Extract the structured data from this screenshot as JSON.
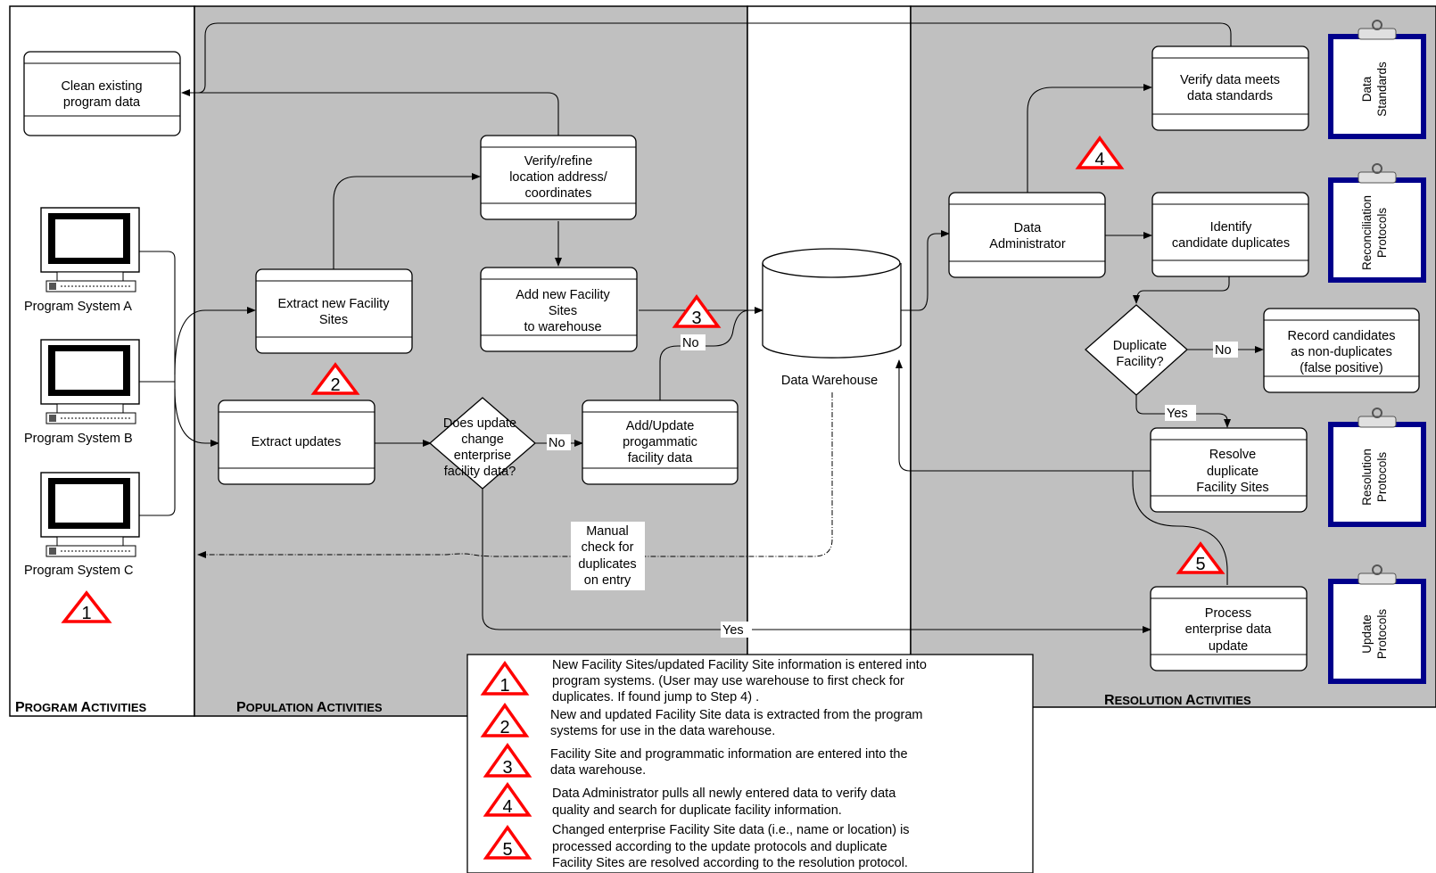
{
  "lanes": {
    "program": {
      "title_big1": "P",
      "title_small1": "ROGRAM ",
      "title_big2": "A",
      "title_small2": "CTIVITIES"
    },
    "population": {
      "title_big1": "P",
      "title_small1": "OPULATION ",
      "title_big2": "A",
      "title_small2": "CTIVITIES"
    },
    "resolution": {
      "title_big1": "R",
      "title_small1": "ESOLUTION ",
      "title_big2": "A",
      "title_small2": "CTIVITIES"
    }
  },
  "program": {
    "clean_box": [
      "Clean existing",
      "program data"
    ],
    "systems": [
      "Program System A",
      "Program System B",
      "Program System C"
    ],
    "step": "1"
  },
  "population": {
    "extract_new": [
      "Extract new Facility",
      "Sites"
    ],
    "extract_updates": [
      "Extract updates"
    ],
    "verify_refine": [
      "Verify/refine",
      "location address/",
      "coordinates"
    ],
    "add_new": [
      "Add new Facility",
      "Sites",
      "to warehouse"
    ],
    "decision": [
      "Does update",
      "change",
      "enterprise",
      "facility data?"
    ],
    "add_update": [
      "Add/Update",
      "progammatic",
      "facility data"
    ],
    "manual_check": [
      "Manual",
      "check for",
      "duplicates",
      "on entry"
    ],
    "label_no": "No",
    "label_no2": "No",
    "label_yes": "Yes",
    "step2": "2",
    "step3": "3"
  },
  "warehouse": {
    "label": "Data Warehouse"
  },
  "resolution": {
    "data_admin": [
      "Data",
      "Administrator"
    ],
    "verify_standards": [
      "Verify data meets",
      "data standards"
    ],
    "identify": [
      "Identify",
      "candidate duplicates"
    ],
    "duplicate_decision": [
      "Duplicate",
      "Facility?"
    ],
    "record_candidates": [
      "Record candidates",
      "as non-duplicates",
      "(false positive)"
    ],
    "resolve": [
      "Resolve",
      "duplicate",
      "Facility Sites"
    ],
    "process": [
      "Process",
      "enterprise data",
      "update"
    ],
    "label_no": "No",
    "label_yes": "Yes",
    "step4": "4",
    "step5": "5"
  },
  "clipboards": [
    [
      "Data",
      "Standards"
    ],
    [
      "Reconciliation",
      "Protocols"
    ],
    [
      "Resolution",
      "Protocols"
    ],
    [
      "Update",
      "Protocols"
    ]
  ],
  "legend": [
    {
      "num": "1",
      "lines": [
        "New Facility Sites/updated Facility Site information is entered into",
        "program systems.  (User may use warehouse to first check for",
        "duplicates.  If found jump to Step 4) ."
      ]
    },
    {
      "num": "2",
      "lines": [
        "New and updated Facility Site data is extracted from the program",
        "systems for use in the data warehouse."
      ]
    },
    {
      "num": "3",
      "lines": [
        "Facility Site and programmatic information are entered into the",
        "data warehouse."
      ]
    },
    {
      "num": "4",
      "lines": [
        "Data Administrator pulls all newly entered data to verify data",
        "quality and search for duplicate facility information."
      ]
    },
    {
      "num": "5",
      "lines": [
        "Changed enterprise Facility Site data (i.e., name or location)  is",
        "processed according to the update protocols and duplicate",
        "Facility Sites are resolved according to the resolution protocol."
      ]
    }
  ],
  "colors": {
    "lane_gray": "#c0c0c0",
    "warning_red": "#ff0000",
    "clipboard_blue": "#00008b"
  }
}
